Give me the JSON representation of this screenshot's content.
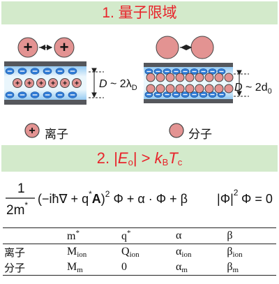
{
  "section1": {
    "title": "1. 量子限域"
  },
  "diagram": {
    "ion_sign": "+",
    "left_label_D": "D",
    "left_label_rest": " ~ 2λ",
    "left_label_sub": "D",
    "right_label_D": "D",
    "right_label_rest": " ~ 2d",
    "right_label_sub": "0",
    "wall_sign": "−"
  },
  "legend": {
    "ion_label": "离子",
    "molecule_label": "分子"
  },
  "section2": {
    "prefix": "2. |",
    "E": "E",
    "E_sub": "o",
    "middle": "| > ",
    "k": "k",
    "k_sub": "B",
    "T": "T",
    "T_sub": "c"
  },
  "equation": {
    "numerator": "1",
    "denominator": "2m",
    "denominator_sup": "*",
    "body": "(−iħ∇ + q",
    "body_sup": "*",
    "body_A": "A",
    "body_rest": ")",
    "body_rest_sup": "2",
    "body_tail": " Φ + α · Φ + β",
    "abs_phi": "Φ",
    "abs_sup": "2",
    "end": " Φ = 0"
  },
  "table": {
    "headers": [
      {
        "base": "",
        "sup": ""
      },
      {
        "base": "m",
        "sup": "*"
      },
      {
        "base": "q",
        "sup": "*"
      },
      {
        "base": "α",
        "sup": ""
      },
      {
        "base": "β",
        "sup": ""
      }
    ],
    "rows": [
      {
        "label": "离子",
        "cells": [
          {
            "base": "M",
            "sub": "ion"
          },
          {
            "base": "Q",
            "sub": "ion"
          },
          {
            "base": "α",
            "sub": "ion"
          },
          {
            "base": "β",
            "sub": "ion"
          }
        ]
      },
      {
        "label": "分子",
        "cells": [
          {
            "base": "M",
            "sub": "m"
          },
          {
            "base": "0",
            "sub": ""
          },
          {
            "base": "α",
            "sub": "m"
          },
          {
            "base": "β",
            "sub": "m"
          }
        ]
      }
    ]
  },
  "colors": {
    "banner_bg": "#d3eacb",
    "banner_text": "#e8232a",
    "particle": "#e39392",
    "wall_dark": "#55575c",
    "wall_charge": "#2f7bd6",
    "channel_light": "#eaf6fc"
  }
}
